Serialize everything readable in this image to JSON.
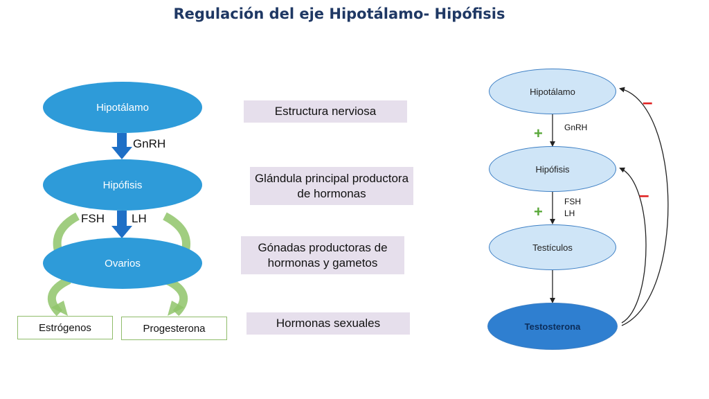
{
  "title": "Regulación del eje Hipotálamo- Hipófisis",
  "colors": {
    "title": "#1f3864",
    "left_node": "#2e9bd9",
    "right_node_fill": "#cfe5f7",
    "right_node_dark": "#2f7fd0",
    "arrow_blue": "#1e6fc6",
    "loop_green": "#8fc46a",
    "label_fill": "#e6dfec",
    "plus": "#5aa83a",
    "minus": "#e02020"
  },
  "left_flow": {
    "nodes": [
      "Hipotálamo",
      "Hipófisis",
      "Ovarios"
    ],
    "arrow1_label": "GnRH",
    "arrow2_label_left": "FSH",
    "arrow2_label_right": "LH",
    "outputs": [
      "Estrógenos",
      "Progesterona"
    ]
  },
  "descriptions": [
    "Estructura nerviosa",
    "Glándula principal productora de hormonas",
    "Gónadas productoras de hormonas y gametos",
    "Hormonas sexuales"
  ],
  "right_flow": {
    "nodes": [
      "Hipotálamo",
      "Hipófisis",
      "Testículos",
      "Testosterona"
    ],
    "label1": "GnRH",
    "label2_line1": "FSH",
    "label2_line2": "LH",
    "plus": "+",
    "minus": "–"
  }
}
